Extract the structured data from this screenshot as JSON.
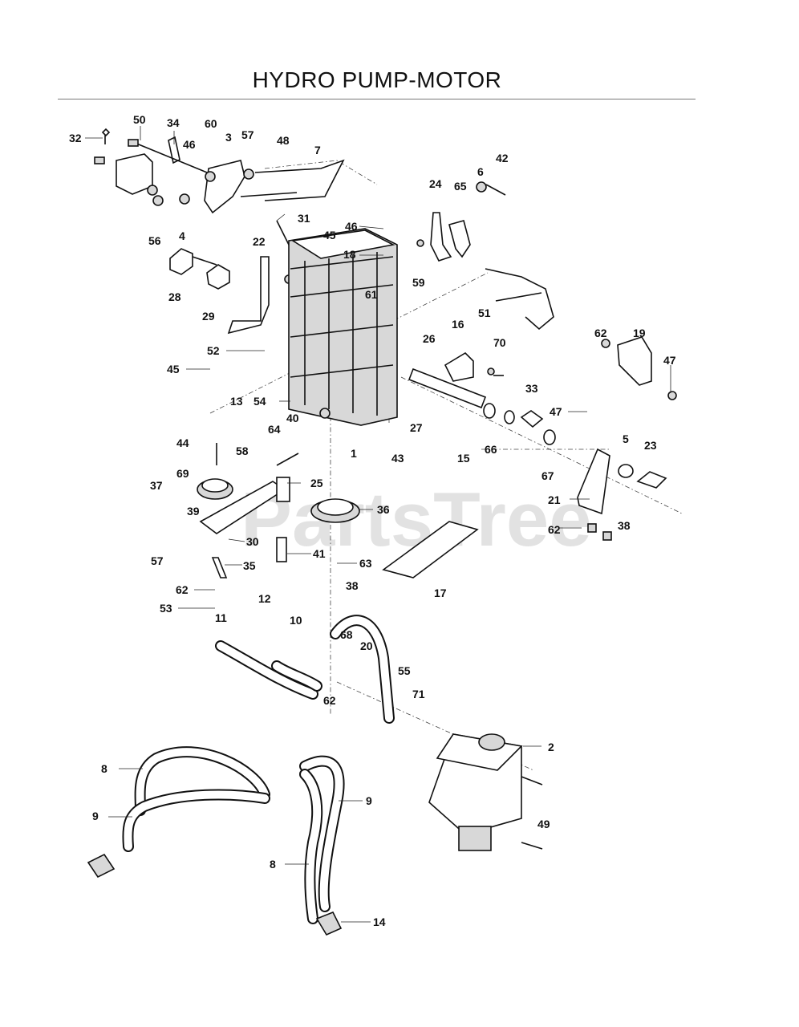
{
  "title": "HYDRO PUMP-MOTOR",
  "watermark": "PartsTree",
  "callouts": [
    {
      "id": "c50",
      "text": "50"
    },
    {
      "id": "c34",
      "text": "34"
    },
    {
      "id": "c60",
      "text": "60"
    },
    {
      "id": "c3",
      "text": "3"
    },
    {
      "id": "c57a",
      "text": "57"
    },
    {
      "id": "c48",
      "text": "48"
    },
    {
      "id": "c7",
      "text": "7"
    },
    {
      "id": "c32",
      "text": "32"
    },
    {
      "id": "c46a",
      "text": "46"
    },
    {
      "id": "c56",
      "text": "56"
    },
    {
      "id": "c4",
      "text": "4"
    },
    {
      "id": "c31",
      "text": "31"
    },
    {
      "id": "c46b",
      "text": "46"
    },
    {
      "id": "c18",
      "text": "18"
    },
    {
      "id": "c45a",
      "text": "45"
    },
    {
      "id": "c22",
      "text": "22"
    },
    {
      "id": "c28",
      "text": "28"
    },
    {
      "id": "c29",
      "text": "29"
    },
    {
      "id": "c24",
      "text": "24"
    },
    {
      "id": "c65",
      "text": "65"
    },
    {
      "id": "c6",
      "text": "6"
    },
    {
      "id": "c42",
      "text": "42"
    },
    {
      "id": "c59",
      "text": "59"
    },
    {
      "id": "c61",
      "text": "61"
    },
    {
      "id": "c51",
      "text": "51"
    },
    {
      "id": "c16",
      "text": "16"
    },
    {
      "id": "c26",
      "text": "26"
    },
    {
      "id": "c70",
      "text": "70"
    },
    {
      "id": "c62a",
      "text": "62"
    },
    {
      "id": "c19",
      "text": "19"
    },
    {
      "id": "c47a",
      "text": "47"
    },
    {
      "id": "c52",
      "text": "52"
    },
    {
      "id": "c45b",
      "text": "45"
    },
    {
      "id": "c13",
      "text": "13"
    },
    {
      "id": "c54",
      "text": "54"
    },
    {
      "id": "c33",
      "text": "33"
    },
    {
      "id": "c47b",
      "text": "47"
    },
    {
      "id": "c27",
      "text": "27"
    },
    {
      "id": "c66",
      "text": "66"
    },
    {
      "id": "c15",
      "text": "15"
    },
    {
      "id": "c43",
      "text": "43"
    },
    {
      "id": "c1",
      "text": "1"
    },
    {
      "id": "c67",
      "text": "67"
    },
    {
      "id": "c5",
      "text": "5"
    },
    {
      "id": "c23",
      "text": "23"
    },
    {
      "id": "c44",
      "text": "44"
    },
    {
      "id": "c58",
      "text": "58"
    },
    {
      "id": "c64",
      "text": "64"
    },
    {
      "id": "c40",
      "text": "40"
    },
    {
      "id": "c69",
      "text": "69"
    },
    {
      "id": "c37",
      "text": "37"
    },
    {
      "id": "c25",
      "text": "25"
    },
    {
      "id": "c36",
      "text": "36"
    },
    {
      "id": "c21",
      "text": "21"
    },
    {
      "id": "c38a",
      "text": "38"
    },
    {
      "id": "c62b",
      "text": "62"
    },
    {
      "id": "c39",
      "text": "39"
    },
    {
      "id": "c30",
      "text": "30"
    },
    {
      "id": "c57b",
      "text": "57"
    },
    {
      "id": "c41",
      "text": "41"
    },
    {
      "id": "c63",
      "text": "63"
    },
    {
      "id": "c35",
      "text": "35"
    },
    {
      "id": "c17",
      "text": "17"
    },
    {
      "id": "c62c",
      "text": "62"
    },
    {
      "id": "c53",
      "text": "53"
    },
    {
      "id": "c38b",
      "text": "38"
    },
    {
      "id": "c12",
      "text": "12"
    },
    {
      "id": "c11",
      "text": "11"
    },
    {
      "id": "c10",
      "text": "10"
    },
    {
      "id": "c68",
      "text": "68"
    },
    {
      "id": "c20",
      "text": "20"
    },
    {
      "id": "c55",
      "text": "55"
    },
    {
      "id": "c71",
      "text": "71"
    },
    {
      "id": "c62d",
      "text": "62"
    },
    {
      "id": "c2",
      "text": "2"
    },
    {
      "id": "c8a",
      "text": "8"
    },
    {
      "id": "c9a",
      "text": "9"
    },
    {
      "id": "c9b",
      "text": "9"
    },
    {
      "id": "c49",
      "text": "49"
    },
    {
      "id": "c8b",
      "text": "8"
    },
    {
      "id": "c14",
      "text": "14"
    }
  ]
}
